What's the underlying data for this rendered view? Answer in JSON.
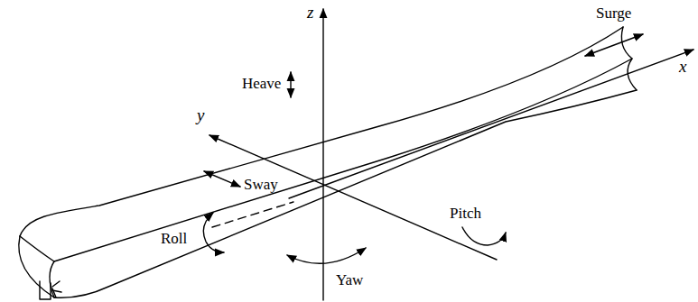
{
  "diagram": {
    "labels": [
      "z",
      "Heave",
      "Surge",
      "x",
      "y",
      "Sway",
      "Pitch",
      "Roll",
      "Yaw"
    ]
  }
}
